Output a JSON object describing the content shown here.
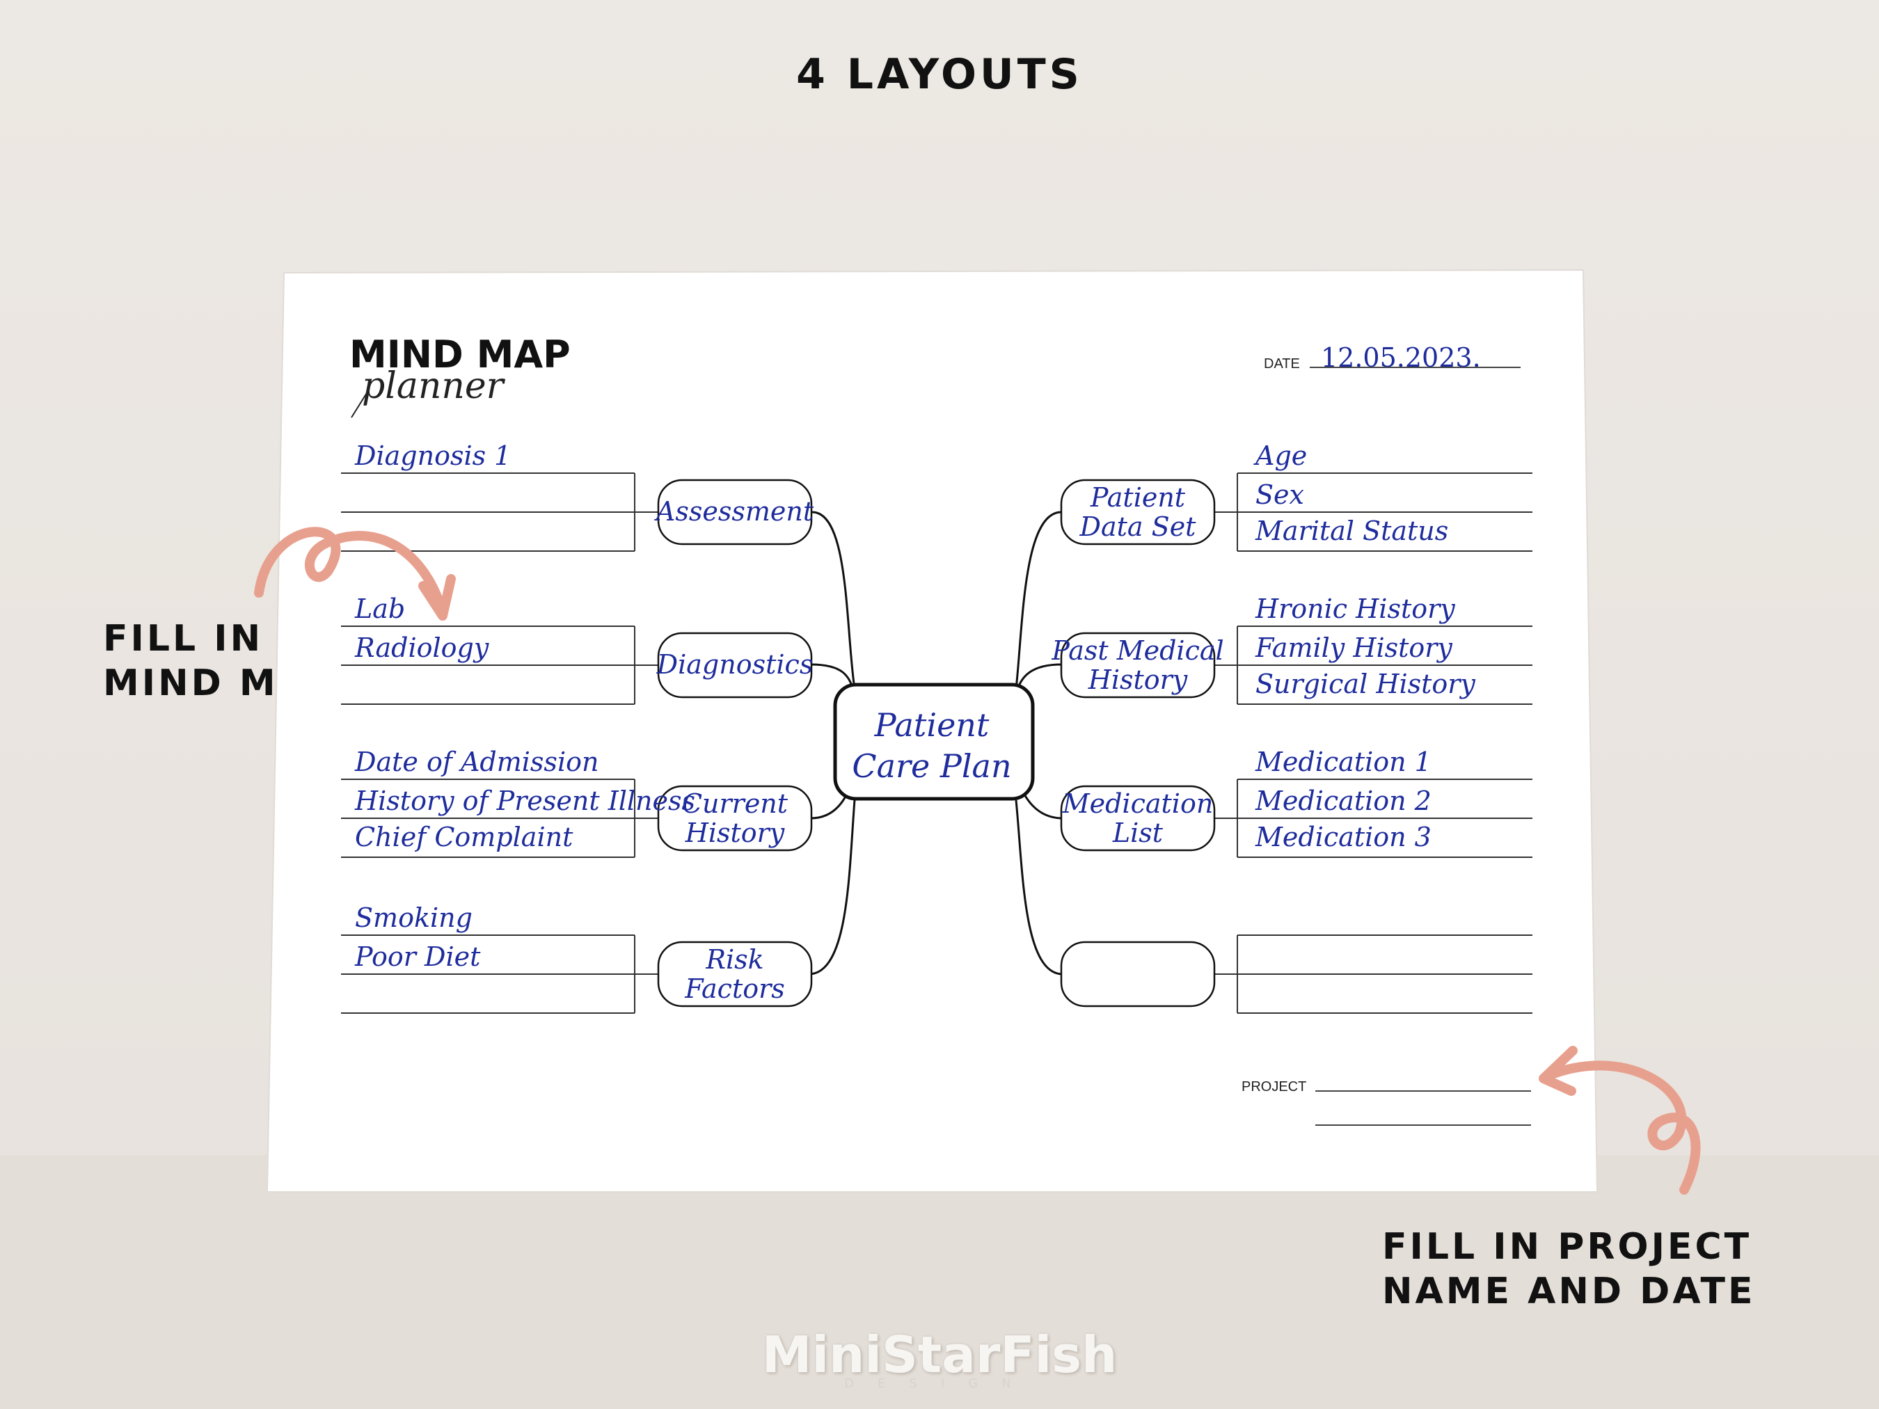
{
  "heading": "4 LAYOUTS",
  "callouts": {
    "mind_map": [
      "FILL IN",
      "MIND MAP"
    ],
    "project": [
      "FILL IN PROJECT",
      "NAME AND DATE"
    ]
  },
  "planner": {
    "title": "MIND MAP",
    "subtitle": "planner",
    "date_label": "DATE",
    "date_value": "12.05.2023.",
    "project_label": "PROJECT",
    "center": [
      "Patient",
      "Care Plan"
    ]
  },
  "left_branches": [
    {
      "node": [
        "Assessment"
      ],
      "lines": [
        "Diagnosis 1",
        "",
        ""
      ]
    },
    {
      "node": [
        "Diagnostics"
      ],
      "lines": [
        "Lab",
        "Radiology",
        ""
      ]
    },
    {
      "node": [
        "Current",
        "History"
      ],
      "lines": [
        "Date of Admission",
        "History of Present Illness",
        "Chief Complaint"
      ]
    },
    {
      "node": [
        "Risk",
        "Factors"
      ],
      "lines": [
        "Smoking",
        "Poor Diet",
        ""
      ]
    }
  ],
  "right_branches": [
    {
      "node": [
        "Patient",
        "Data Set"
      ],
      "lines": [
        "Age",
        "Sex",
        "Marital Status"
      ]
    },
    {
      "node": [
        "Past Medical",
        "History"
      ],
      "lines": [
        "Hronic History",
        "Family History",
        "Surgical History"
      ]
    },
    {
      "node": [
        "Medication",
        "List"
      ],
      "lines": [
        "Medication 1",
        "Medication 2",
        "Medication 3"
      ]
    },
    {
      "node": [],
      "lines": [
        "",
        "",
        ""
      ]
    }
  ],
  "brand": {
    "name": "MiniStarFish",
    "tagline": "DESIGN"
  },
  "colors": {
    "ink": "#1e2c9c",
    "arrow": "#e8a08e",
    "paper": "#ffffff"
  }
}
